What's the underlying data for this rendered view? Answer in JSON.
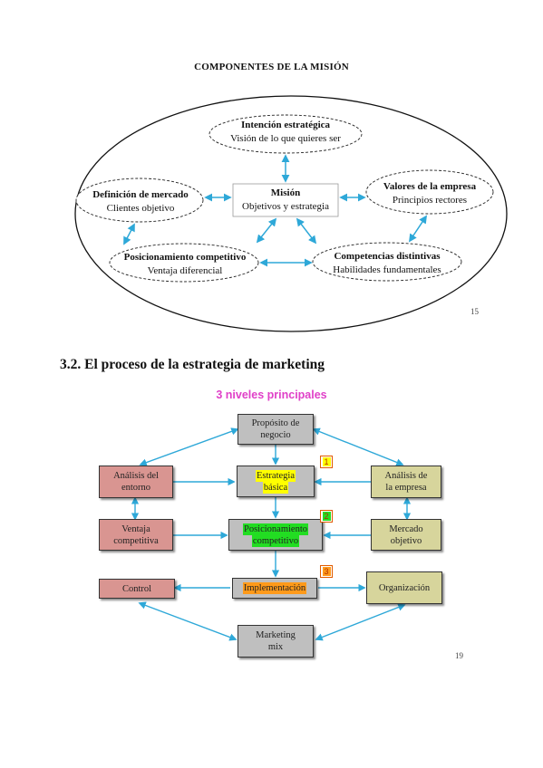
{
  "diagram1": {
    "title": "COMPONENTES DE LA MISIÓN",
    "center": {
      "title": "Misión",
      "subtitle": "Objetivos y estrategia"
    },
    "top": {
      "title": "Intención estratégica",
      "subtitle": "Visión de lo que quieres ser"
    },
    "left": {
      "title": "Definición de mercado",
      "subtitle": "Clientes objetivo"
    },
    "right": {
      "title": "Valores de la empresa",
      "subtitle": "Principios rectores"
    },
    "bottom_left": {
      "title": "Posicionamiento competitivo",
      "subtitle": "Ventaja diferencial"
    },
    "bottom_right": {
      "title": "Competencias distintivas",
      "subtitle": "Habilidades fundamentales"
    },
    "page_number": "15"
  },
  "section_heading": "3.2. El proceso de la estrategia de marketing",
  "diagram2": {
    "title": "3 niveles principales",
    "proposito": [
      "Propósito de",
      "negocio"
    ],
    "estrategia": [
      "Estrategia",
      "básica"
    ],
    "posicionamiento": [
      "Posicionamiento",
      "competitivo"
    ],
    "implementacion": "Implementación",
    "marketing_mix": [
      "Marketing",
      "mix"
    ],
    "analisis_entorno": [
      "Análisis del",
      "entorno"
    ],
    "ventaja": [
      "Ventaja",
      "competitiva"
    ],
    "control": "Control",
    "analisis_empresa": [
      "Análisis de",
      "la empresa"
    ],
    "mercado": [
      "Mercado",
      "objetivo"
    ],
    "organizacion": "Organización",
    "badges": [
      "1",
      "2",
      "3"
    ],
    "page_number": "19"
  },
  "colors": {
    "arrow": "#2ea8d8",
    "gray_box": "#bfbfbf",
    "red_box": "#d99591",
    "olive_box": "#d7d59c",
    "title_pink": "#e040c8",
    "highlight_yellow": "#ffff00",
    "highlight_green": "#22dd22",
    "highlight_orange": "#ff9a1a"
  }
}
